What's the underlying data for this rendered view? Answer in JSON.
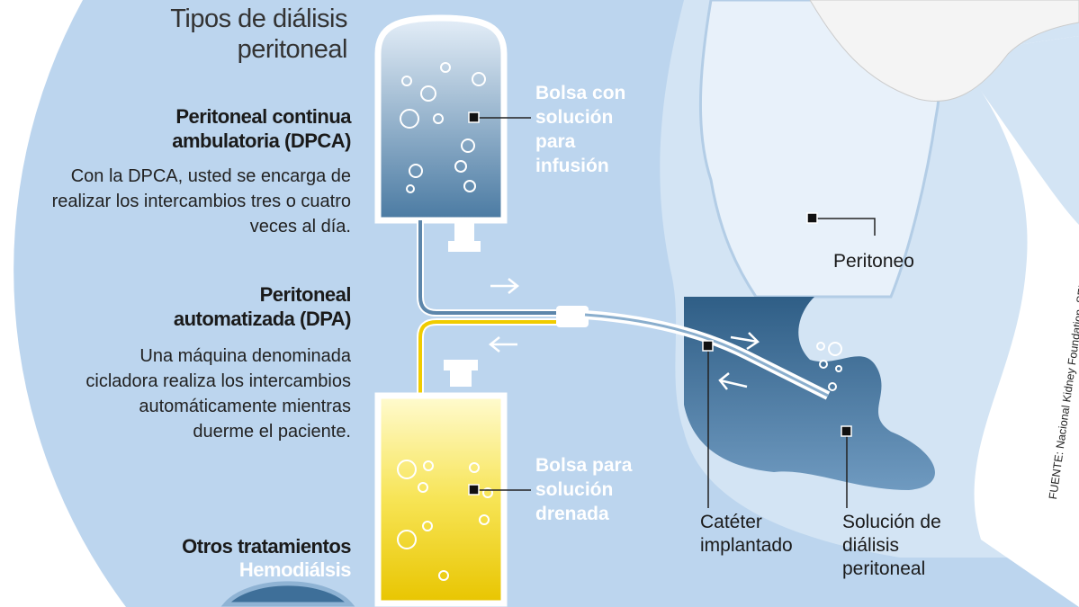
{
  "title": "Tipos de diálisis peritoneal",
  "sections": {
    "dpca": {
      "heading": "Peritoneal continua ambulatoria (DPCA)",
      "text": "Con la DPCA, usted se encarga de realizar los intercambios tres o cuatro veces al día."
    },
    "dpa": {
      "heading": "Peritoneal automatizada (DPA)",
      "text": "Una máquina denominada cicladora realiza los intercambios automáticamente mientras duerme el paciente."
    },
    "otros": {
      "heading": "Otros tratamientos",
      "subheading": "Hemodiálsis"
    }
  },
  "labels": {
    "bolsa_infusion": "Bolsa con solución para infusión",
    "bolsa_drenada": "Bolsa para solución drenada",
    "peritoneo": "Peritoneo",
    "cateter": "Catéter implantado",
    "solucion": "Solución de diálisis peritoneal"
  },
  "source": "FUENTE: Nacional Kidney Foundation, SEN y elaboración propia",
  "colors": {
    "circle": "#bcd5ee",
    "bag_blue": "#4f7fa6",
    "bag_yellow": "#f0d200",
    "abdomen": "#3d6b91"
  }
}
